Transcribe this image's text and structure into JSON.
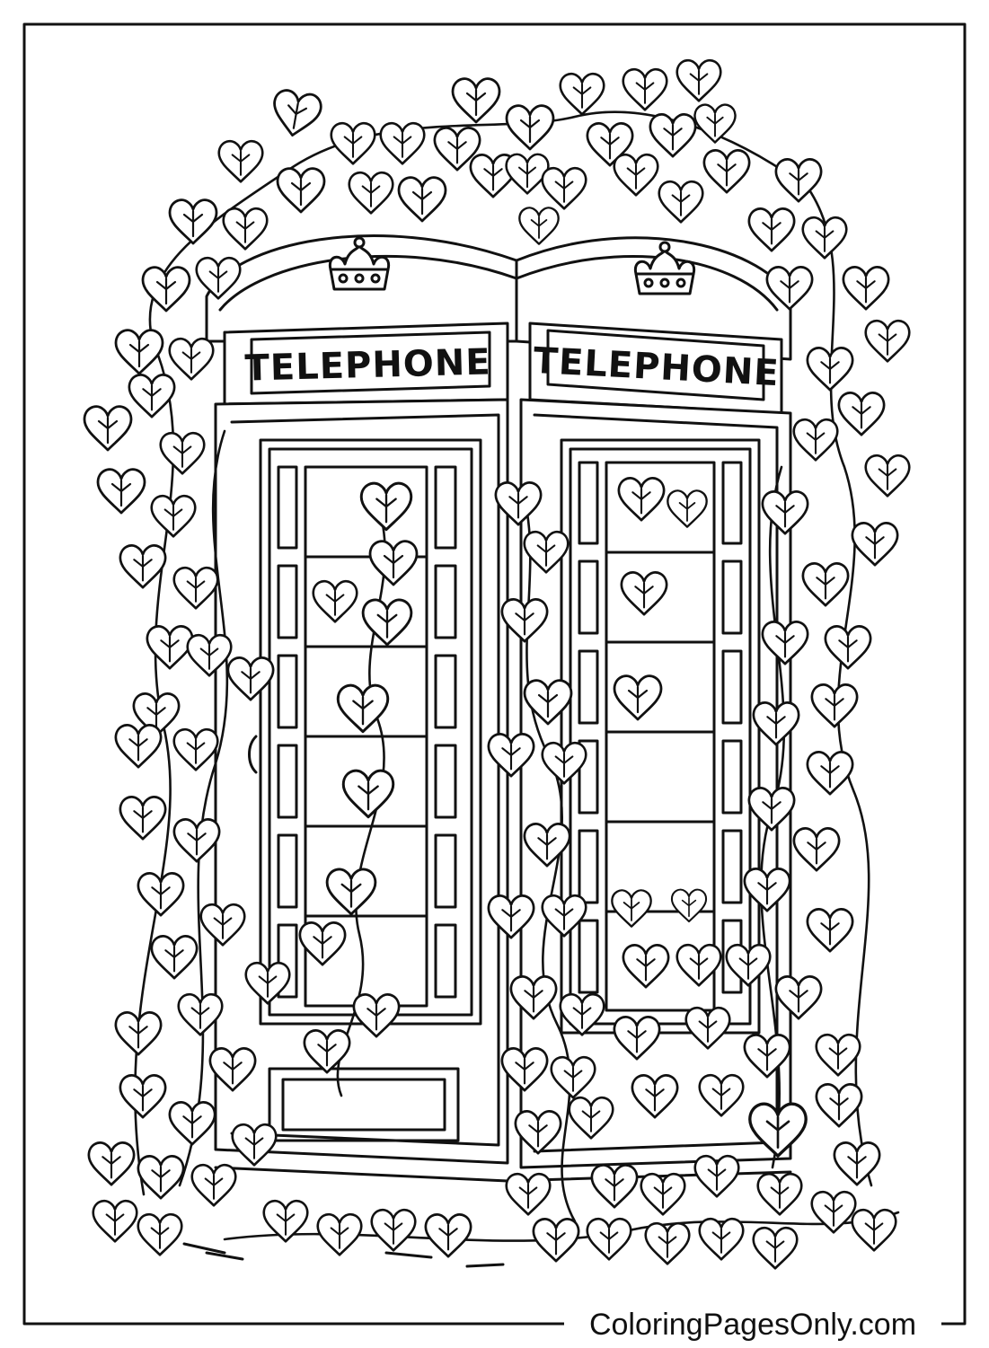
{
  "signs": {
    "left": "TELEPHONE",
    "right": "TELEPHONE"
  },
  "footer": {
    "site": "ColoringPagesOnly.com"
  },
  "colors": {
    "ink": "#111111",
    "paper": "#ffffff"
  },
  "icons": {
    "crown": "crown-icon",
    "leaf": "heart-leaf-icon"
  }
}
